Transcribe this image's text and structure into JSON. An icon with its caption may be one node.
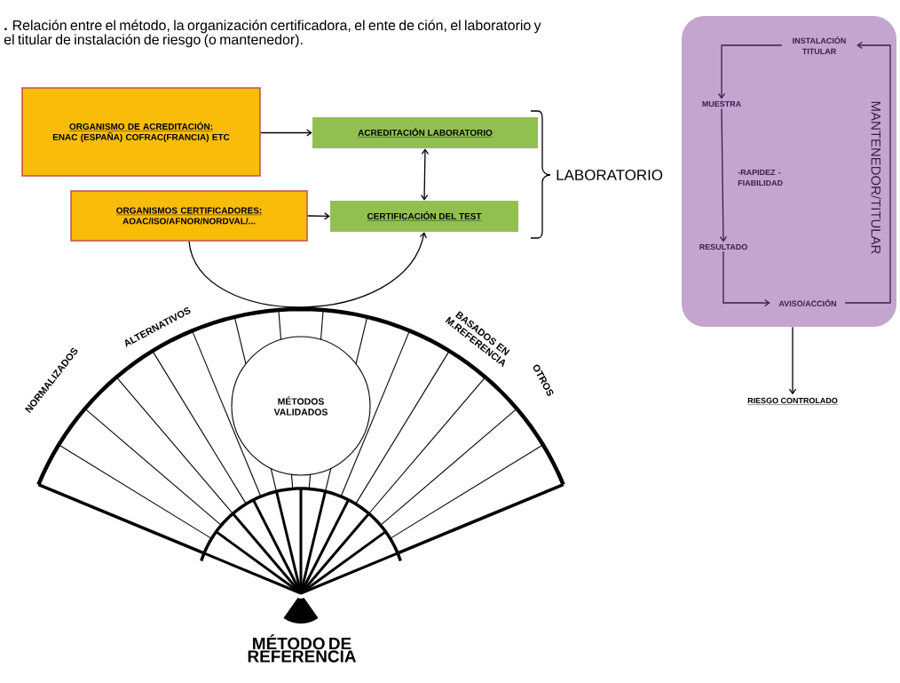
{
  "diagram": {
    "caption": "**.** Relación entre el método, la organización certificadora, el ente de ción, el laboratorio y el titular de instalación de riesgo (o mantenedor).",
    "nodes": [
      {
        "text": [
          "ORGANISMO DE ACREDITACIÓN:",
          "ENAC (ESPAÑA) COFRAC(FRANCIA) ETC"
        ]
      },
      {
        "text": [
          "ACREDITACIÓN LABORATORIO"
        ]
      },
      {
        "text": [
          "ORGANISMOS CERTIFICADORES:",
          "AOAC/ISO/AFNOR/NORDVAL/..."
        ]
      },
      {
        "text": [
          "CERTIFICACIÓN DEL TEST"
        ]
      },
      {
        "text": [
          "MANTENEDOR/TITULAR"
        ]
      },
      {
        "text": [
          "INSTALACIÓN TITULAR"
        ],
        "in": 4
      },
      {
        "text": [
          "MUESTRA"
        ],
        "in": 4
      },
      {
        "text": [
          "RESULTADO"
        ],
        "in": 4
      },
      {
        "text": [
          "AVISO/ACCIÓN"
        ],
        "in": 4
      },
      {
        "text": [
          "MÉTODOS VALIDADOS"
        ]
      },
      {
        "text": [
          "RIESGO CONTROLADO"
        ]
      }
    ],
    "edges": [
      {
        "from": 0,
        "to": 1,
        "arrow": "to"
      },
      {
        "from": 2,
        "to": 3,
        "arrow": "to"
      },
      {
        "from": 1,
        "to": 3,
        "arrow": "both"
      },
      {
        "from": 2,
        "to": 3,
        "arrow": "to"
      },
      {
        "from": 5,
        "to": 6,
        "arrow": "to"
      },
      {
        "from": 6,
        "to": 7,
        "arrow": "to",
        "label": "-RAPIDEZ - FIABILIDAD"
      },
      {
        "from": 7,
        "to": 8,
        "arrow": "to"
      },
      {
        "from": 8,
        "to": 5,
        "arrow": "to"
      },
      {
        "from": 4,
        "to": 10,
        "arrow": "to"
      }
    ],
    "labels": [
      "LABORATORIO",
      "NORMALIZADOS",
      "ALTERNATIVOS",
      "BASADOS EN M.REFERENCIA",
      "OTROS",
      "MÉTODO DE REFERENCIA"
    ]
  }
}
